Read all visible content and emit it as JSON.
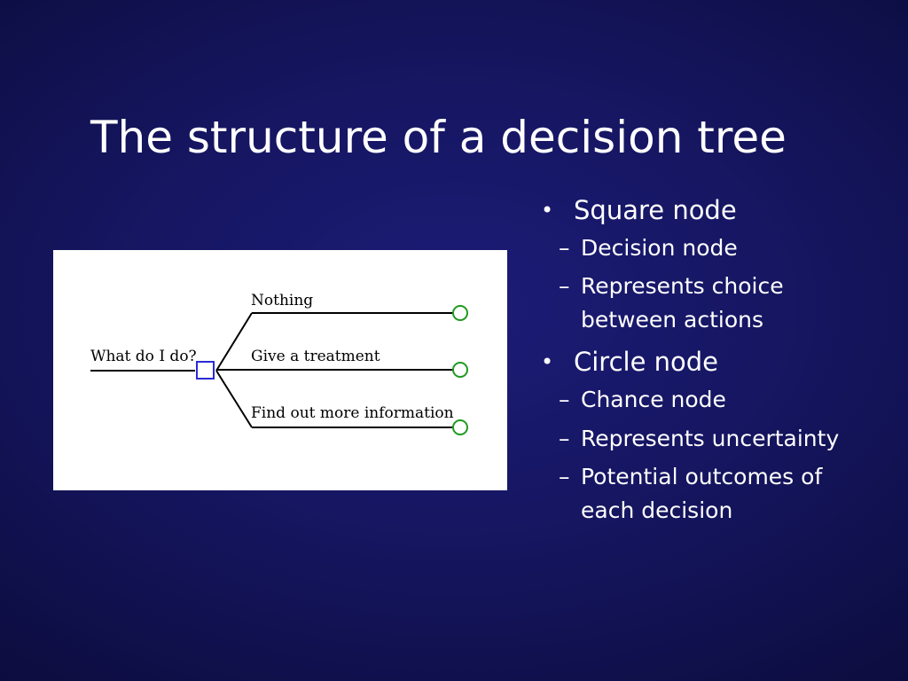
{
  "slide": {
    "title": "The structure of a decision tree"
  },
  "diagram": {
    "root_label": "What do I do?",
    "branches": [
      {
        "label": "Nothing"
      },
      {
        "label": "Give a treatment"
      },
      {
        "label": "Find out more information"
      }
    ],
    "colors": {
      "decision_node": "#2a2ad6",
      "chance_node": "#1f9a1f",
      "line": "#000000"
    },
    "icons": {
      "decision_node": "square-node-icon",
      "chance_node": "circle-node-icon"
    }
  },
  "bullets": {
    "marker": "•",
    "sub_marker": "–",
    "items": [
      {
        "label": "Square node",
        "subitems": [
          {
            "lines": [
              "Decision node"
            ]
          },
          {
            "lines": [
              "Represents choice",
              "between actions"
            ]
          }
        ]
      },
      {
        "label": "Circle node",
        "subitems": [
          {
            "lines": [
              "Chance node"
            ]
          },
          {
            "lines": [
              "Represents uncertainty"
            ]
          },
          {
            "lines": [
              "Potential outcomes of",
              "each decision"
            ]
          }
        ]
      }
    ]
  }
}
